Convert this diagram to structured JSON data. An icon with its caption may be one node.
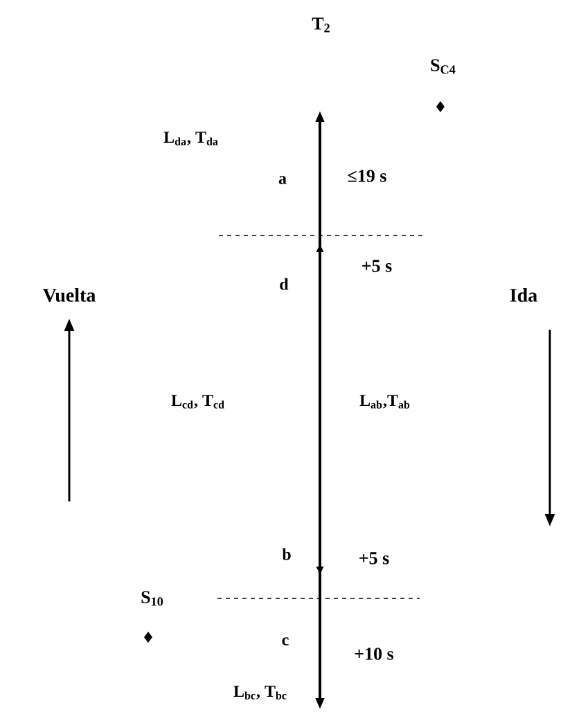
{
  "diagram": {
    "labels": [
      "T$_{2}$",
      "S$_{C4}$",
      "L$_{da}$, T$_{da}$",
      "a",
      "≤19 s",
      "d",
      "+5 s",
      "Vuelta",
      "Ida",
      "L$_{cd}$, T$_{cd}$",
      "L$_{ab}$,T$_{ab}$",
      "b",
      "+5 s",
      "S$_{10}$",
      "c",
      "+10 s",
      "L$_{bc}$, T$_{bc}$"
    ]
  }
}
